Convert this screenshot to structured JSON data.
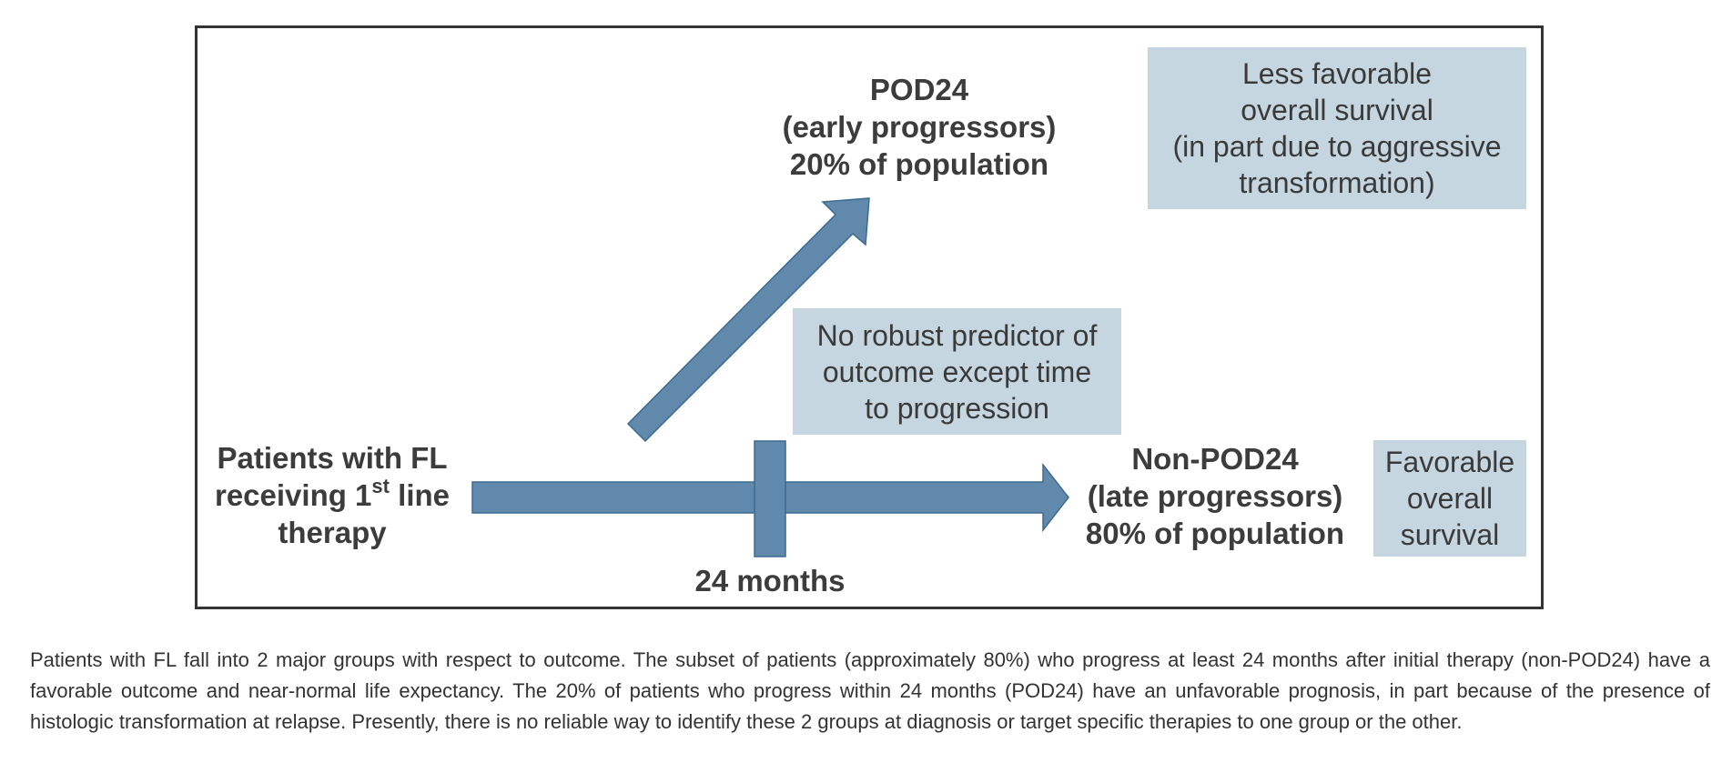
{
  "figure": {
    "start_label": {
      "line1": "Patients with FL",
      "line2_pre": "receiving 1",
      "line2_sup": "st",
      "line2_post": " line",
      "line3": "therapy"
    },
    "pod24_label": {
      "line1": "POD24",
      "line2": "(early progressors)",
      "line3": "20% of population"
    },
    "non_pod24_label": {
      "line1": "Non-POD24",
      "line2": "(late progressors)",
      "line3": "80% of population"
    },
    "months_label": "24 months",
    "less_favorable_box": {
      "line1": "Less favorable",
      "line2": "overall survival",
      "line3": "(in part due to aggressive",
      "line4": "transformation)"
    },
    "predictor_box": {
      "line1": "No robust predictor of",
      "line2": "outcome except time",
      "line3": "to progression"
    },
    "favorable_box": {
      "line1": "Favorable",
      "line2": "overall",
      "line3": "survival"
    },
    "colors": {
      "arrow_fill": "#6089ac",
      "arrow_stroke": "#3e6a90",
      "box_fill": "#c6d6e1",
      "frame": "#333333"
    }
  },
  "caption": "Patients with FL fall into 2 major groups with respect to outcome. The subset of patients (approximately 80%) who progress at least 24 months after initial therapy (non-POD24) have a favorable outcome and near-normal life expectancy. The 20% of patients who progress within 24 months (POD24) have an unfavorable prognosis, in part because of the presence of histologic transformation at relapse. Presently, there is no reliable way to identify these 2 groups at diagnosis or target specific therapies to one group or the other."
}
